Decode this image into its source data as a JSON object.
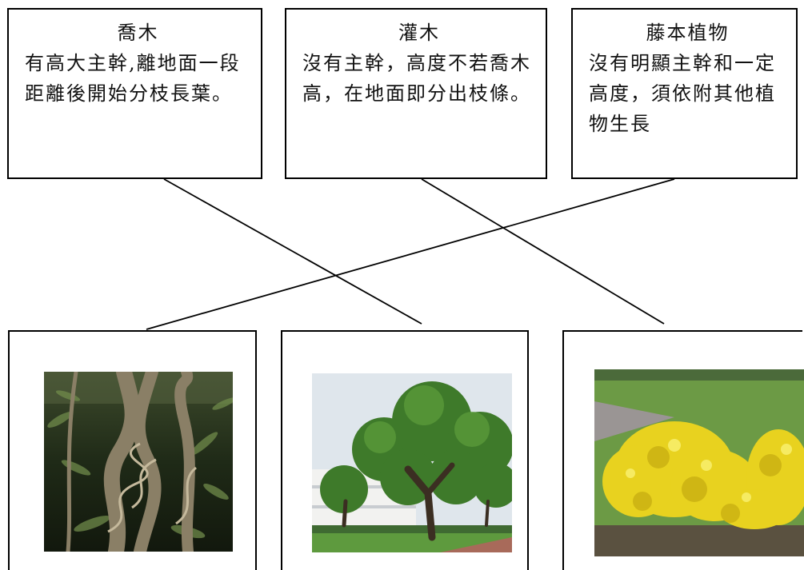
{
  "boxes": {
    "tree": {
      "title": "喬木",
      "description": "有高大主幹,離地面一段距離後開始分枝長葉。"
    },
    "shrub": {
      "title": "灌木",
      "description": "沒有主幹，高度不若喬木高，在地面即分出枝條。"
    },
    "vine": {
      "title": "藤本植物",
      "description": "沒有明顯主幹和一定高度，須依附其他植物生長"
    }
  },
  "pictures": [
    "vine",
    "tree",
    "shrub"
  ],
  "connections": [
    {
      "from": "tree",
      "to": "tree"
    },
    {
      "from": "shrub",
      "to": "shrub"
    },
    {
      "from": "vine",
      "to": "vine"
    }
  ]
}
